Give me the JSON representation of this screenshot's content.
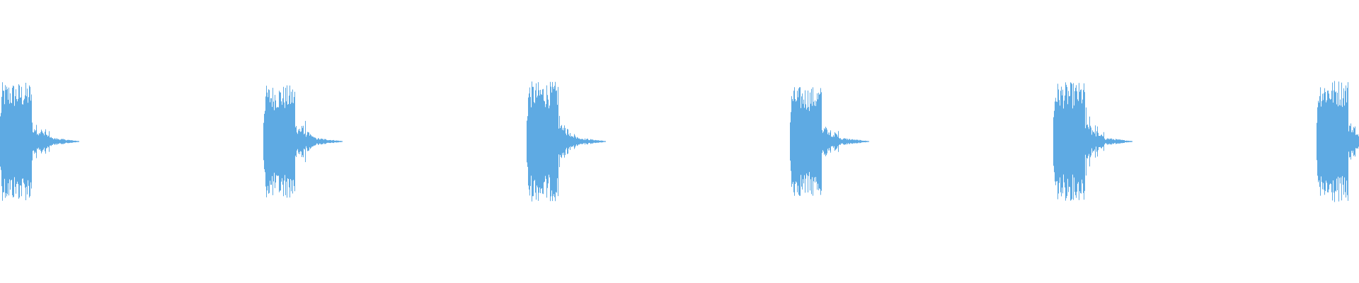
{
  "waveform": {
    "color": "#5eaae3",
    "background": "#ffffff",
    "burst_count": 6,
    "burst_peak_levels": [
      0.84,
      0.8,
      0.85,
      0.78,
      0.84,
      0.88
    ]
  }
}
